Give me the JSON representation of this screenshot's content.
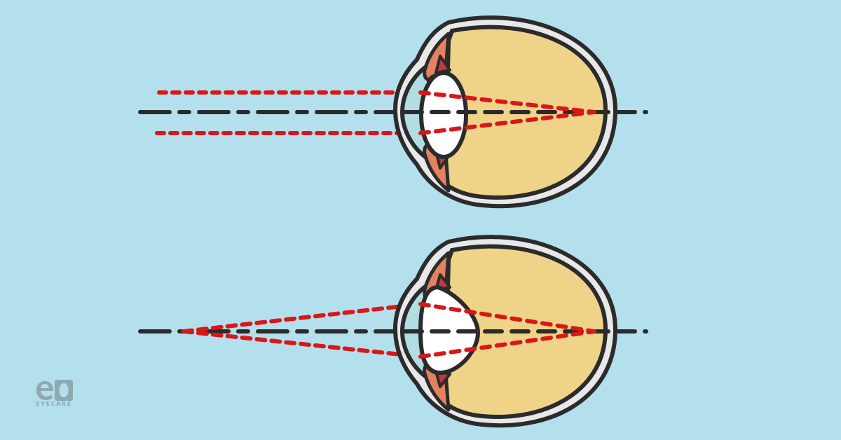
{
  "colors": {
    "background": "#b4e0ee",
    "outline": "#2b2b2b",
    "sclera": "#e8e8ea",
    "vitreous": "#efd388",
    "cornea_fluid": "#b1dde3",
    "lens": "#ffffff",
    "iris_muscle": "#e3825f",
    "ciliary_dark": "#c0393d",
    "ciliary_light": "#e0727a",
    "light_ray": "#d81818",
    "optical_axis": "#2b2b2b",
    "logo": "#8fa9b2"
  },
  "diagrams": [
    {
      "id": "distance-vision",
      "description": "Relaxed eye with thin lens; parallel rays from distance focus on retina",
      "lens_shape": "thin",
      "rays": "parallel"
    },
    {
      "id": "near-vision",
      "description": "Accommodated eye with thick rounded lens; diverging rays from near point focus on retina",
      "lens_shape": "thick",
      "rays": "diverging"
    }
  ],
  "logo": {
    "mark": "eo",
    "text": "EYECARE"
  }
}
